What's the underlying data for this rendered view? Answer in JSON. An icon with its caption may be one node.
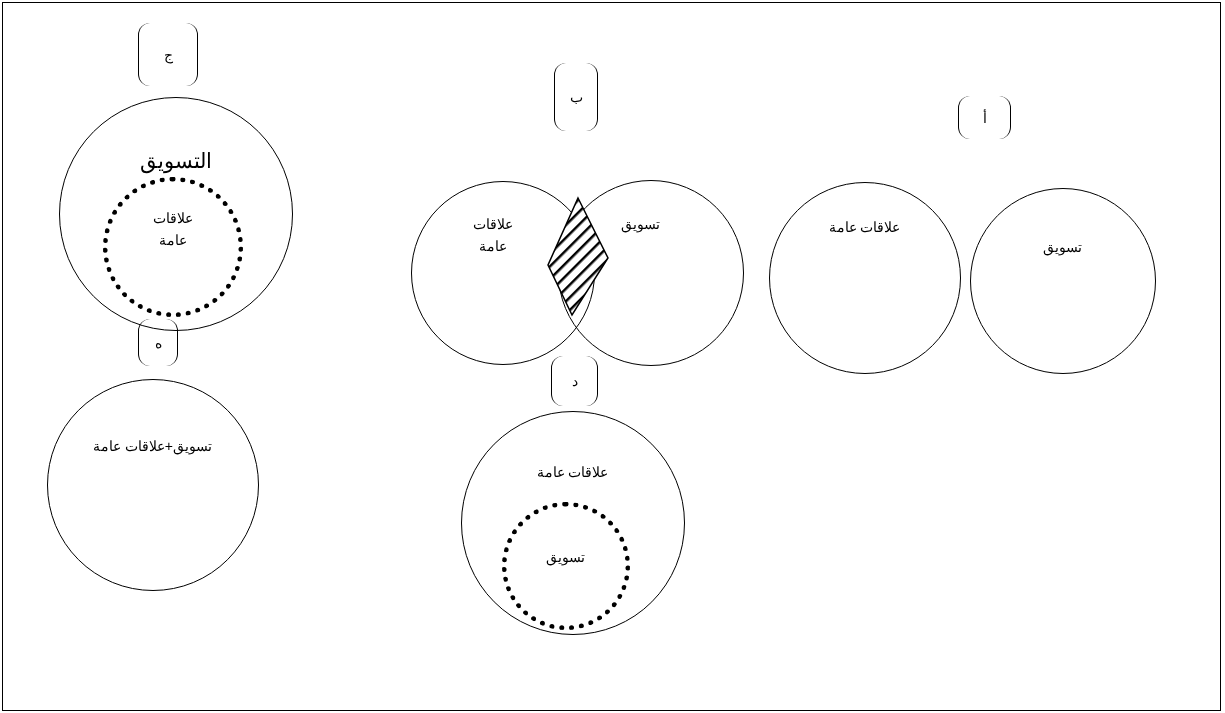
{
  "diagram": {
    "nodes": [
      {
        "text": [
          "التسويق"
        ]
      },
      {
        "text": [
          "علاقات عامة"
        ],
        "in": 0
      },
      {
        "text": [
          "علاقات عامة"
        ]
      },
      {
        "text": [
          "تسويق"
        ]
      },
      {
        "text": [],
        "shape": "diamond"
      },
      {
        "text": [
          "علاقات عامة"
        ]
      },
      {
        "text": [
          "تسويق"
        ]
      },
      {
        "text": [
          "تسويق+علاقات عامة"
        ]
      },
      {
        "text": [
          "علاقات عامة"
        ]
      },
      {
        "text": [
          "تسويق"
        ],
        "in": 8
      }
    ],
    "labels": [
      "ج",
      "ب",
      "أ",
      "ه",
      "د"
    ]
  }
}
